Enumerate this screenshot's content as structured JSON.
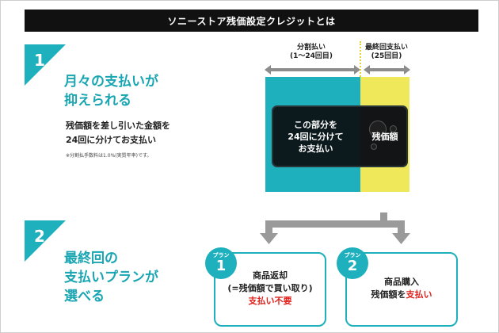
{
  "title": "ソニーストア残価設定クレジットとは",
  "section1": {
    "number": "1",
    "headline_line1": "月々の支払いが",
    "headline_line2": "抑えられる",
    "desc_line1": "残価額を差し引いた金額を",
    "desc_line2": "24回に分けてお支払い",
    "note": "※分割払手数料は1.0%(実質年率)です。"
  },
  "diagram": {
    "left_label_line1": "分割払い",
    "left_label_line2": "(1〜24回目)",
    "right_label_line1": "最終回支払い",
    "right_label_line2": "(25回目)",
    "left_text_line1": "この部分を",
    "left_text_line2": "24回に分けて",
    "left_text_line3": "お支払い",
    "right_text": "残価額"
  },
  "section2": {
    "number": "2",
    "headline_line1": "最終回の",
    "headline_line2": "支払いプランが",
    "headline_line3": "選べる"
  },
  "plan1": {
    "label": "プラン",
    "number": "1",
    "line1": "商品返却",
    "line2": "(=残価額で買い取り)",
    "line3": "支払い不要"
  },
  "plan2": {
    "label": "プラン",
    "number": "2",
    "line1": "商品購入",
    "line2_prefix": "残価額を",
    "line2_highlight": "支払い"
  },
  "colors": {
    "accent": "#1fb0bd",
    "highlight": "#efe85a",
    "alert": "#e0201b"
  }
}
